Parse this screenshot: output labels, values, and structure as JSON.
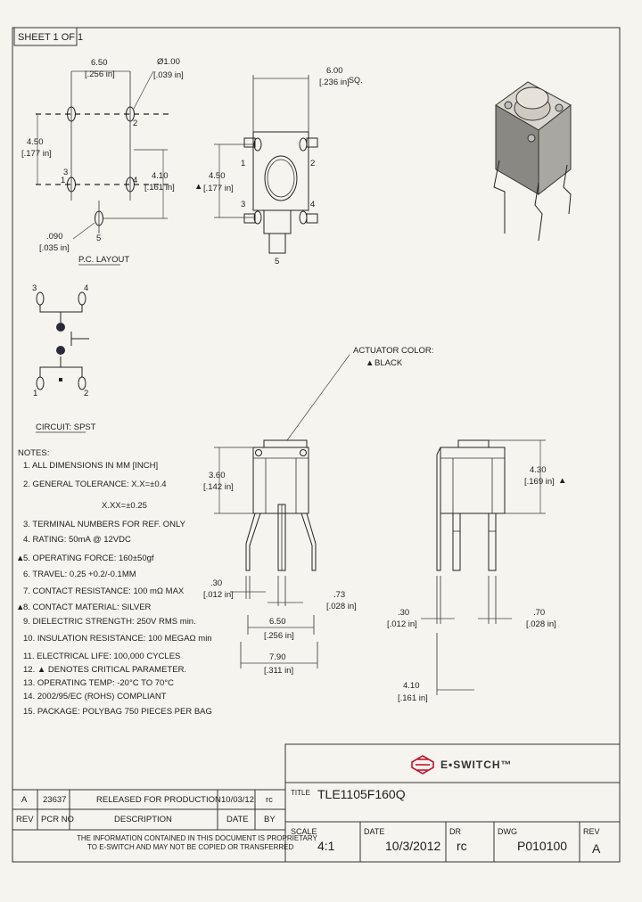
{
  "sheet": "SHEET 1 OF 1",
  "pc_layout": {
    "dim_650": "6.50",
    "dim_650_in": "[.256 in]",
    "dim_dia": "Ø1.00",
    "dim_dia_in": "[.039 in]",
    "dim_450": "4.50",
    "dim_450_in": "[.177 in]",
    "dim_410": "4.10",
    "dim_410_in": "[.161 in]",
    "dim_090": ".090",
    "dim_090_in": "[.035 in]",
    "pin1": "1",
    "pin2": "2",
    "pin3": "3",
    "pin4": "4",
    "pin5": "5",
    "label": "P.C. LAYOUT"
  },
  "top_view": {
    "dim_600": "6.00",
    "dim_600_in": "[.236 in]",
    "sq": "SQ.",
    "dim_450": "4.50",
    "dim_450_in": "[.177 in]",
    "pin1": "1",
    "pin2": "2",
    "pin3": "3",
    "pin4": "4",
    "pin5": "5"
  },
  "circuit": {
    "pin1": "1",
    "pin2": "2",
    "pin3": "3",
    "pin4": "4",
    "label": "CIRCUIT: SPST"
  },
  "actuator": {
    "line1": "ACTUATOR COLOR:",
    "line2": "BLACK"
  },
  "front_view": {
    "dim_360": "3.60",
    "dim_360_in": "[.142 in]",
    "dim_030": ".30",
    "dim_030_in": "[.012 in]",
    "dim_073": ".73",
    "dim_073_in": "[.028 in]",
    "dim_650": "6.50",
    "dim_650_in": "[.256 in]",
    "dim_790": "7.90",
    "dim_790_in": "[.311 in]"
  },
  "side_view": {
    "dim_430": "4.30",
    "dim_430_in": "[.169 in]",
    "dim_030": ".30",
    "dim_030_in": "[.012 in]",
    "dim_070": ".70",
    "dim_070_in": "[.028 in]",
    "dim_410": "4.10",
    "dim_410_in": "[.161 in]"
  },
  "notes": {
    "title": "NOTES:",
    "items": [
      "1. ALL DIMENSIONS IN MM [INCH]",
      "2. GENERAL TOLERANCE: X.X=±0.4",
      "X.XX=±0.25",
      "3. TERMINAL NUMBERS FOR REF. ONLY",
      "4. RATING: 50mA @ 12VDC",
      "5. OPERATING FORCE: 160±50gf",
      "6. TRAVEL: 0.25 +0.2/-0.1MM",
      "7. CONTACT RESISTANCE: 100 mΩ MAX",
      "8. CONTACT MATERIAL: SILVER",
      "9. DIELECTRIC STRENGTH: 250V RMS min.",
      "10. INSULATION RESISTANCE: 100 MEGAΩ min",
      "11. ELECTRICAL LIFE: 100,000 CYCLES",
      "12. ▲ DENOTES CRITICAL PARAMETER.",
      "13. OPERATING TEMP: -20°C TO 70°C",
      "14. 2002/95/EC (ROHS) COMPLIANT",
      "15. PACKAGE: POLYBAG 750 PIECES PER BAG"
    ]
  },
  "revision_table": {
    "row": [
      "A",
      "23637",
      "RELEASED FOR PRODUCTION",
      "10/03/12",
      "rc"
    ],
    "headers": [
      "REV",
      "PCR NO",
      "DESCRIPTION",
      "DATE",
      "BY"
    ],
    "disclaimer1": "THE INFORMATION CONTAINED IN THIS DOCUMENT IS PROPRIETARY",
    "disclaimer2": "TO E-SWITCH AND MAY NOT BE COPIED OR TRANSFERRED"
  },
  "title_block": {
    "brand": "E•SWITCH™",
    "brand_color": "#c8102e",
    "title_label": "TITLE",
    "title": "TLE1105F160Q",
    "scale_label": "SCALE",
    "scale": "4:1",
    "date_label": "DATE",
    "date": "10/3/2012",
    "dr_label": "DR",
    "dr": "rc",
    "dwg_label": "DWG",
    "dwg": "P010100",
    "rev_label": "REV",
    "rev": "A"
  }
}
